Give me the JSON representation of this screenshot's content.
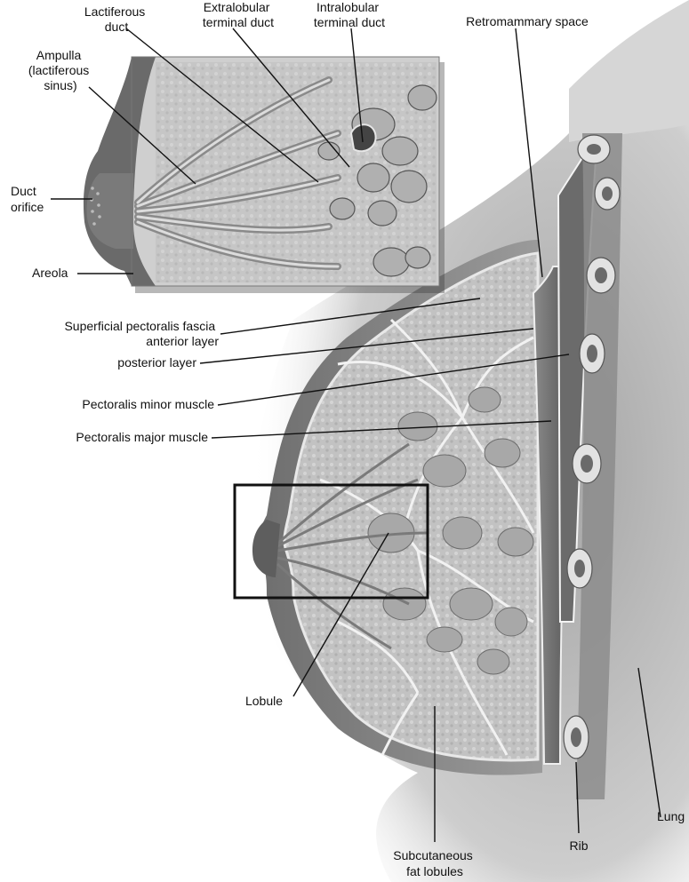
{
  "labels": {
    "lactiferous_duct": [
      "Lactiferous",
      "duct"
    ],
    "extralobular_terminal_duct": [
      "Extralobular",
      "terminal duct"
    ],
    "intralobular_terminal_duct": [
      "Intralobular",
      "terminal duct"
    ],
    "retromammary_space": "Retromammary space",
    "ampulla": [
      "Ampulla",
      "(lactiferous",
      "sinus)"
    ],
    "duct_orifice": [
      "Duct",
      "orifice"
    ],
    "areola": "Areola",
    "superficial_fascia_anterior": [
      "Superficial pectoralis fascia",
      "anterior layer"
    ],
    "posterior_layer": "posterior layer",
    "pectoralis_minor": "Pectoralis minor muscle",
    "pectoralis_major": "Pectoralis major muscle",
    "lobule": "Lobule",
    "lung": "Lung",
    "rib": "Rib",
    "subcutaneous_fat_lobules": [
      "Subcutaneous",
      "fat lobules"
    ]
  }
}
